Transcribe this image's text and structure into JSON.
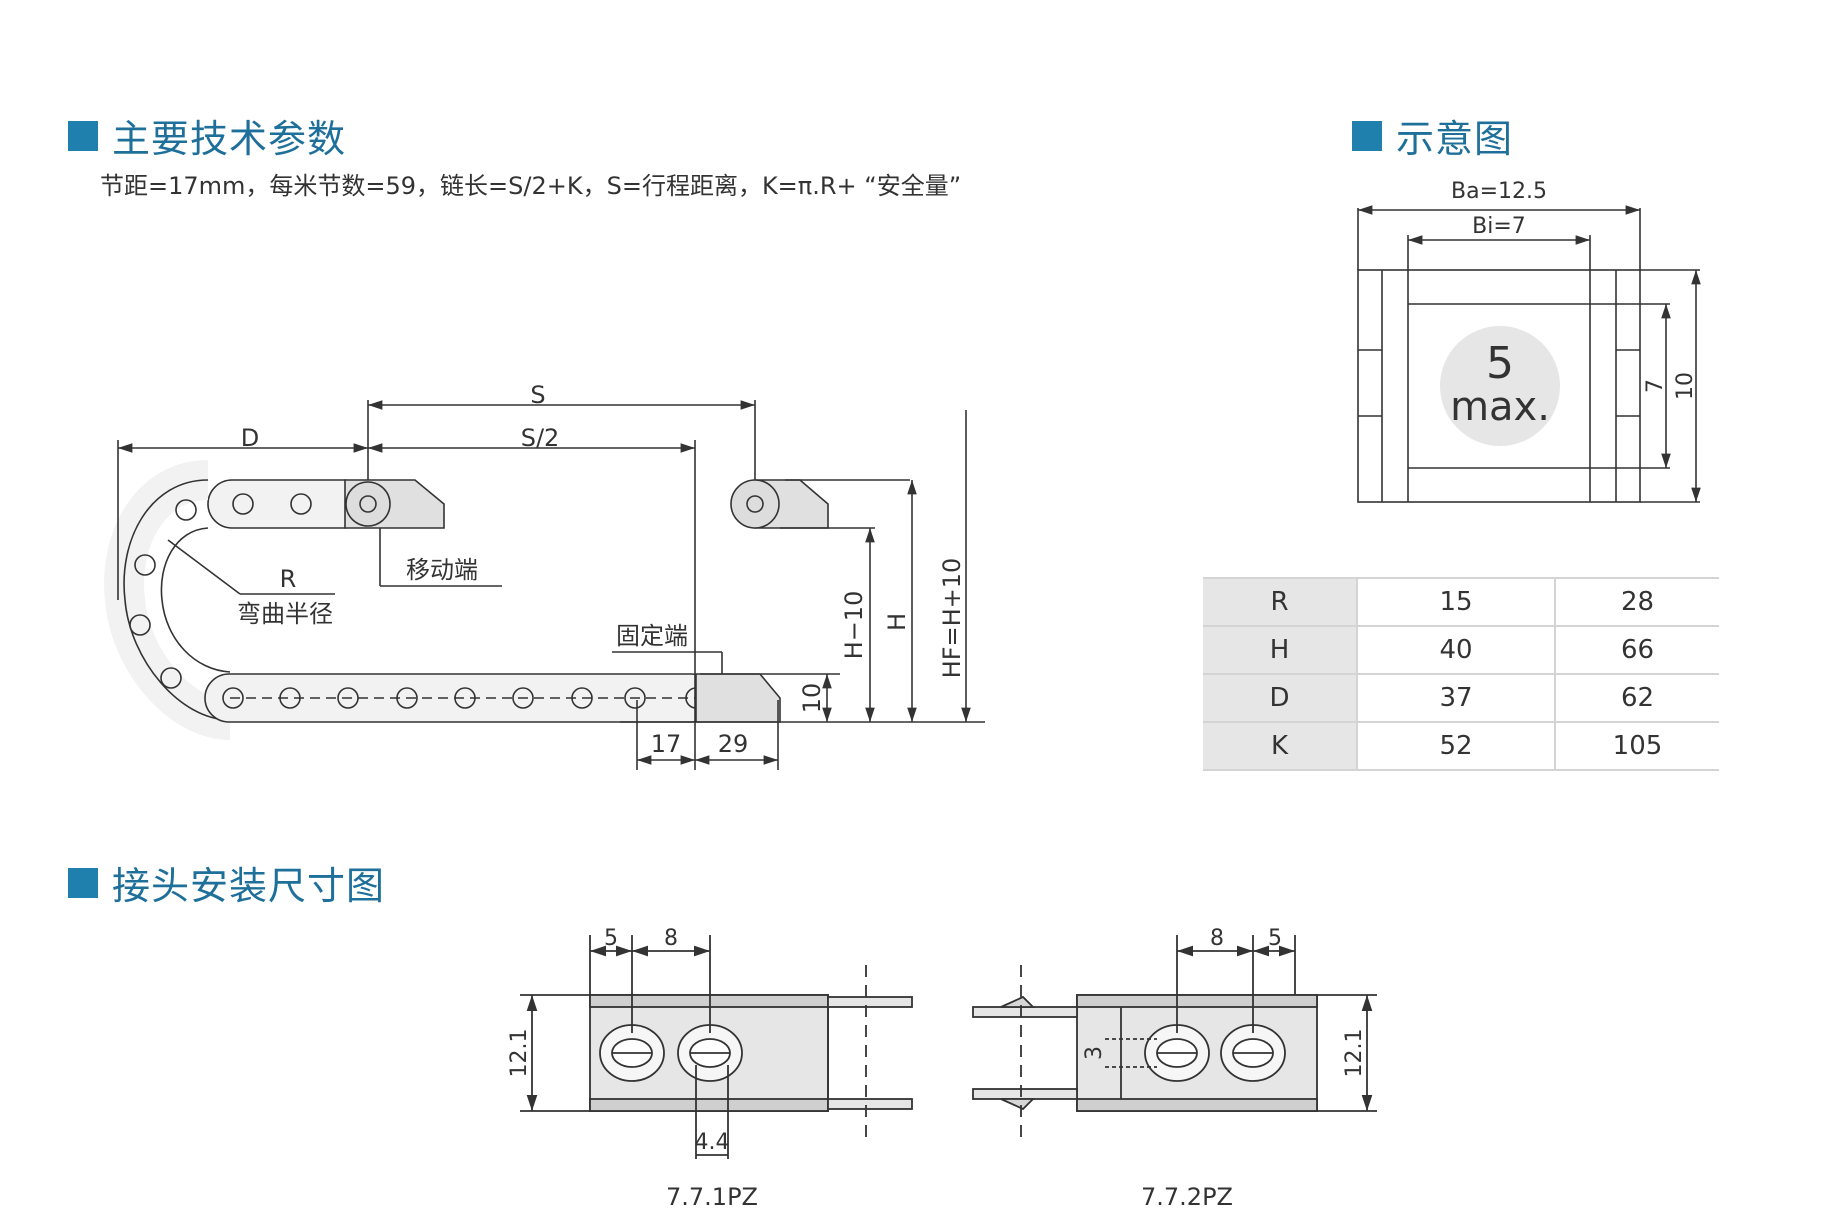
{
  "sections": {
    "params_title": "主要技术参数",
    "params_desc": "节距=17mm，每米节数=59，链长=S/2+K，S=行程距离，K=π.R+ “安全量”",
    "schematic_title": "示意图",
    "install_title": "接头安装尺寸图"
  },
  "chain_diagram": {
    "label_S": "S",
    "label_S_half": "S/2",
    "label_D": "D",
    "label_R": "R",
    "label_bend_radius": "弯曲半径",
    "label_moving_end": "移动端",
    "label_fixed_end": "固定端",
    "label_H_minus_10": "H−10",
    "label_H": "H",
    "label_HF": "HF=H+10",
    "label_10": "10",
    "label_17": "17",
    "label_29": "29"
  },
  "cross_section": {
    "label_Ba": "Ba=12.5",
    "label_Bi": "Bi=7",
    "label_7": "7",
    "label_10": "10",
    "badge_number": "5",
    "badge_text": "max."
  },
  "dimension_table": {
    "rows": [
      {
        "key": "R",
        "v1": "15",
        "v2": "28"
      },
      {
        "key": "H",
        "v1": "40",
        "v2": "66"
      },
      {
        "key": "D",
        "v1": "37",
        "v2": "62"
      },
      {
        "key": "K",
        "v1": "52",
        "v2": "105"
      }
    ]
  },
  "connectors": {
    "left": {
      "name": "7.7.1PZ",
      "dim_a": "5",
      "dim_b": "8",
      "dim_h": "12.1",
      "dim_c": "4.4"
    },
    "right": {
      "name": "7.7.2PZ",
      "dim_a": "8",
      "dim_b": "5",
      "dim_h": "12.1",
      "dim_c": "3"
    }
  },
  "colors": {
    "accent": "#1f7fad",
    "heading": "#1e6f99",
    "line": "#333333",
    "fill": "#e6e6e6"
  }
}
